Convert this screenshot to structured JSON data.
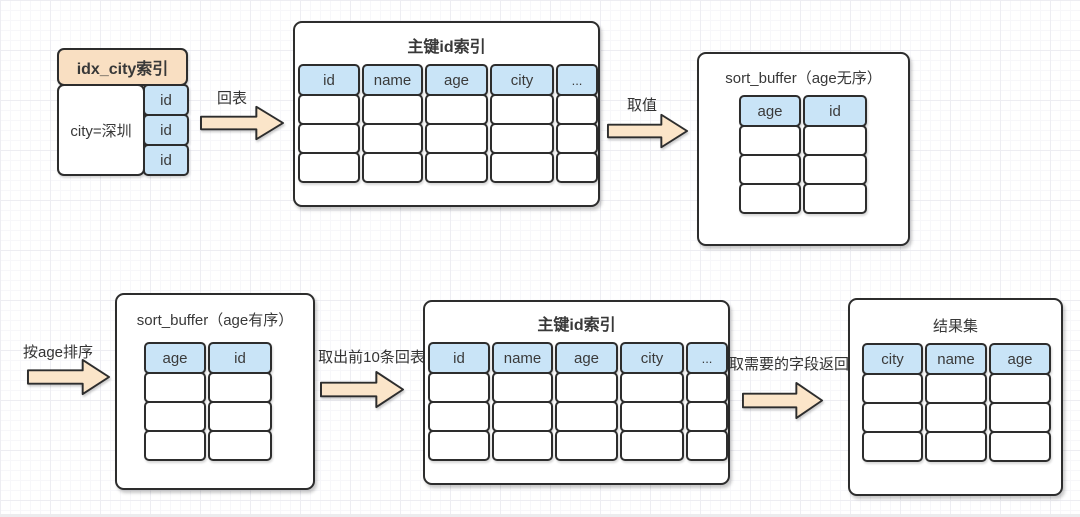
{
  "colors": {
    "header_peach": "#f9dfc2",
    "cell_blue": "#c9e4f7",
    "arrow_fill": "#fbe5c9",
    "stroke": "#2d2d2d",
    "text": "#383838"
  },
  "idx_city": {
    "title": "idx_city索引",
    "key_cell": "city=深圳",
    "id_cells": [
      "id",
      "id",
      "id"
    ]
  },
  "arrows": [
    {
      "label": "回表"
    },
    {
      "label": "取值"
    },
    {
      "label": "按age排序"
    },
    {
      "label": "取出前10条回表"
    },
    {
      "label": "取需要的字段返回"
    }
  ],
  "pk_index_top": {
    "title": "主键id索引",
    "columns": [
      "id",
      "name",
      "age",
      "city",
      "..."
    ],
    "empty_rows": 3
  },
  "sort_buffer_unsorted": {
    "title": "sort_buffer（age无序）",
    "columns": [
      "age",
      "id"
    ],
    "empty_rows": 3
  },
  "sort_buffer_sorted": {
    "title": "sort_buffer（age有序）",
    "columns": [
      "age",
      "id"
    ],
    "empty_rows": 3
  },
  "pk_index_bottom": {
    "title": "主键id索引",
    "columns": [
      "id",
      "name",
      "age",
      "city",
      "..."
    ],
    "empty_rows": 3
  },
  "result_set": {
    "title": "结果集",
    "columns": [
      "city",
      "name",
      "age"
    ],
    "empty_rows": 3
  }
}
